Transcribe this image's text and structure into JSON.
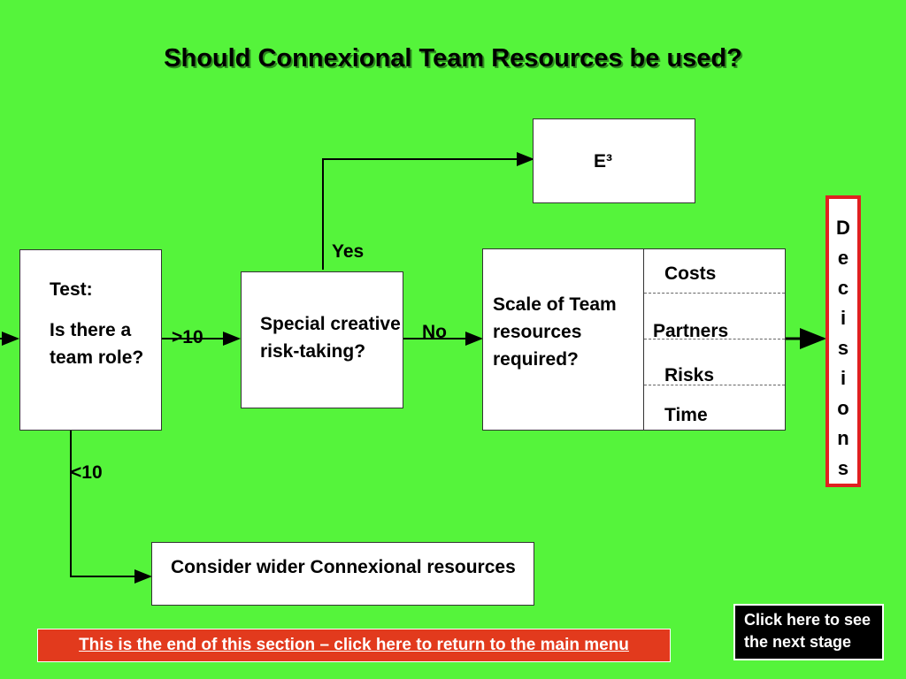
{
  "title": "Should Connexional Team Resources be used?",
  "boxes": {
    "test_line1": "Test:",
    "test_line2": "Is there a team role?",
    "special": "Special creative risk-taking?",
    "e3": "E³",
    "scale": "Scale of Team resources required?",
    "consider": "Consider wider Connexional resources"
  },
  "labels": {
    "yes": "Yes",
    "no": "No",
    "gt10": ">10",
    "lt10": "<10"
  },
  "factors": [
    "Costs",
    "Partners",
    "Risks",
    "Time"
  ],
  "decisions_letters": [
    "D",
    "e",
    "c",
    "i",
    "s",
    "i",
    "o",
    "n",
    "s"
  ],
  "next_button": "Click here to see the next stage",
  "end_link": "This is the end of this section – click here to return to the main menu"
}
